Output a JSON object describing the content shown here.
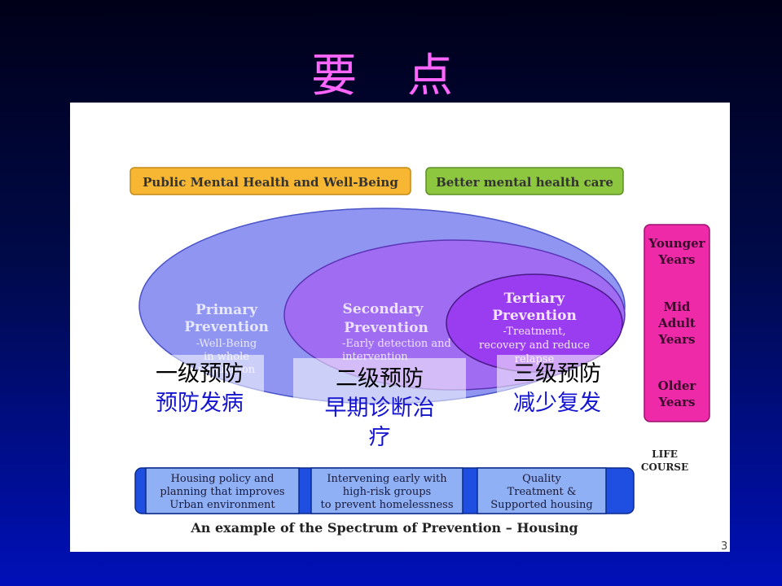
{
  "slide": {
    "title": "要 点",
    "page_number": "3"
  },
  "header_boxes": {
    "public": "Public Mental Health and Well-Being",
    "better": "Better mental health care"
  },
  "circles": {
    "primary": {
      "title1": "Primary",
      "title2": "Prevention",
      "desc1": "-Well-Being",
      "desc2": "in whole",
      "desc3": "population"
    },
    "secondary": {
      "title1": "Secondary",
      "title2": "Prevention",
      "desc1": "-Early detection and",
      "desc2": "intervention"
    },
    "tertiary": {
      "title1": "Tertiary",
      "title2": "Prevention",
      "desc1": "-Treatment,",
      "desc2": "recovery and reduce",
      "desc3": "relapse"
    }
  },
  "life_stages": {
    "younger1": "Younger",
    "younger2": "Years",
    "mid1": "Mid",
    "mid2": "Adult",
    "mid3": "Years",
    "older1": "Older",
    "older2": "Years",
    "life_course1": "LIFE",
    "life_course2": "COURSE"
  },
  "housing": {
    "box1": [
      "Housing policy and",
      "planning that improves",
      "Urban environment"
    ],
    "box2": [
      "Intervening early with",
      "high-risk groups",
      "to prevent homelessness"
    ],
    "box3": [
      "Quality",
      "Treatment &",
      "Supported housing"
    ],
    "caption": "An example of the Spectrum of Prevention – Housing"
  },
  "overlays": {
    "first": {
      "level": "一级预防",
      "action": "预防发病"
    },
    "second": {
      "level": "二级预防",
      "action1": "早期诊断治",
      "action2": "疗"
    },
    "third": {
      "level": "三级预防",
      "action": "减少复发"
    }
  },
  "colors": {
    "title": "#ff66ff",
    "orange_box": "#f7b733",
    "green_box": "#8dc63f",
    "primary_ellipse": "#8f95f0",
    "secondary_ellipse": "#a06cf2",
    "tertiary_ellipse": "#9a3cf0",
    "life_bar": "#ee2aa8",
    "housing_bar": "#1f4fe0"
  }
}
